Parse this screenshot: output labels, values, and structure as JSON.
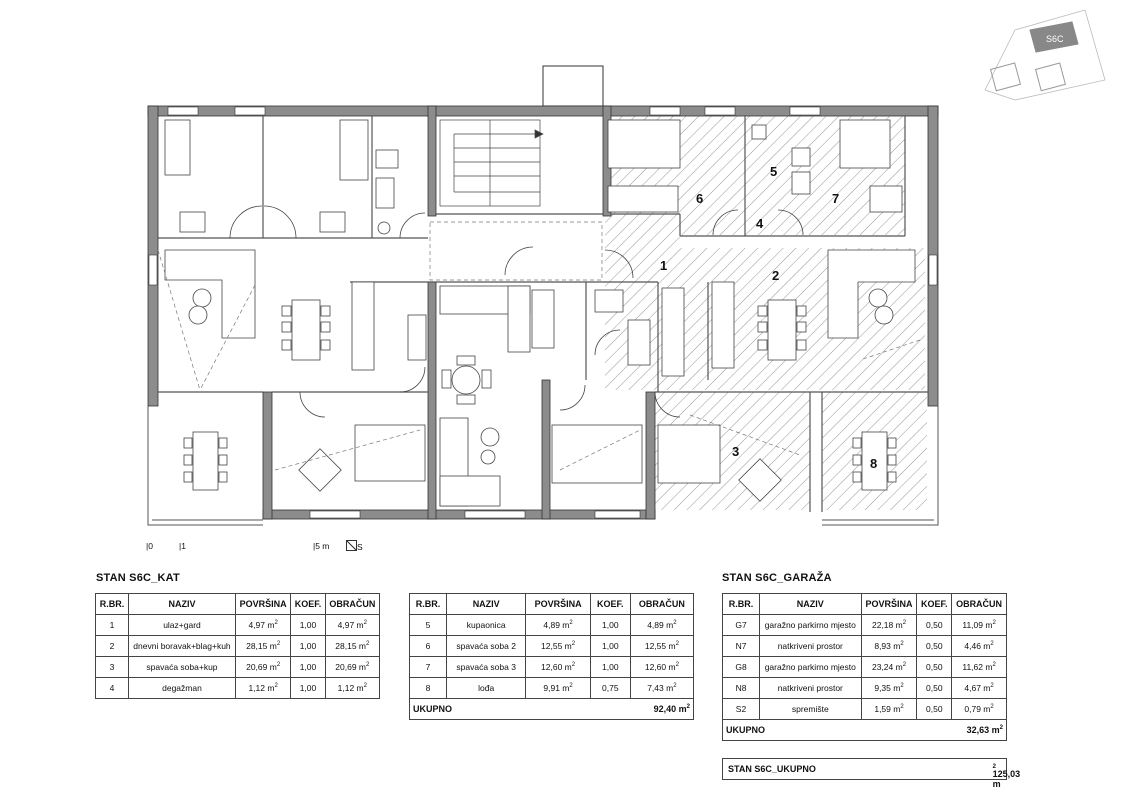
{
  "plan": {
    "room_numbers": [
      "1",
      "2",
      "3",
      "4",
      "5",
      "6",
      "7",
      "8"
    ],
    "key_label": "S6C",
    "scale": {
      "zero": "0",
      "one": "1",
      "five": "5 m",
      "north": "S"
    },
    "hatch_color": "#8a8a8a",
    "wall_color": "#8c8c8c"
  },
  "tables": {
    "kat": {
      "title": "STAN S6C_KAT",
      "headers": [
        "R.BR.",
        "NAZIV",
        "POVRŠINA",
        "KOEF.",
        "OBRAČUN"
      ],
      "rows": [
        {
          "nr": "1",
          "naziv": "ulaz+gard",
          "pov": "4,97 m",
          "koef": "1,00",
          "obr": "4,97 m"
        },
        {
          "nr": "2",
          "naziv": "dnevni boravak+blag+kuh",
          "pov": "28,15 m",
          "koef": "1,00",
          "obr": "28,15 m"
        },
        {
          "nr": "3",
          "naziv": "spavaća soba+kup",
          "pov": "20,69 m",
          "koef": "1,00",
          "obr": "20,69 m"
        },
        {
          "nr": "4",
          "naziv": "degažman",
          "pov": "1,12 m",
          "koef": "1,00",
          "obr": "1,12 m"
        }
      ]
    },
    "kat2": {
      "headers": [
        "R.BR.",
        "NAZIV",
        "POVRŠINA",
        "KOEF.",
        "OBRAČUN"
      ],
      "rows": [
        {
          "nr": "5",
          "naziv": "kupaonica",
          "pov": "4,89 m",
          "koef": "1,00",
          "obr": "4,89 m"
        },
        {
          "nr": "6",
          "naziv": "spavaća soba 2",
          "pov": "12,55 m",
          "koef": "1,00",
          "obr": "12,55 m"
        },
        {
          "nr": "7",
          "naziv": "spavaća soba 3",
          "pov": "12,60 m",
          "koef": "1,00",
          "obr": "12,60 m"
        },
        {
          "nr": "8",
          "naziv": "lođa",
          "pov": "9,91 m",
          "koef": "0,75",
          "obr": "7,43 m"
        }
      ],
      "total_label": "UKUPNO",
      "total_value": "92,40 m"
    },
    "garaza": {
      "title": "STAN S6C_GARAŽA",
      "headers": [
        "R.BR.",
        "NAZIV",
        "POVRŠINA",
        "KOEF.",
        "OBRAČUN"
      ],
      "rows": [
        {
          "nr": "G7",
          "naziv": "garažno parkirno mjesto",
          "pov": "22,18 m",
          "koef": "0,50",
          "obr": "11,09 m"
        },
        {
          "nr": "N7",
          "naziv": "natkriveni prostor",
          "pov": "8,93 m",
          "koef": "0,50",
          "obr": "4,46 m"
        },
        {
          "nr": "G8",
          "naziv": "garažno parkirno mjesto",
          "pov": "23,24 m",
          "koef": "0,50",
          "obr": "11,62 m"
        },
        {
          "nr": "N8",
          "naziv": "natkriveni prostor",
          "pov": "9,35 m",
          "koef": "0,50",
          "obr": "4,67 m"
        },
        {
          "nr": "S2",
          "naziv": "spremište",
          "pov": "1,59 m",
          "koef": "0,50",
          "obr": "0,79 m"
        }
      ],
      "total_label": "UKUPNO",
      "total_value": "32,63 m"
    },
    "grand_total": {
      "label": "STAN S6C_UKUPNO",
      "value": "125,03 m"
    }
  }
}
